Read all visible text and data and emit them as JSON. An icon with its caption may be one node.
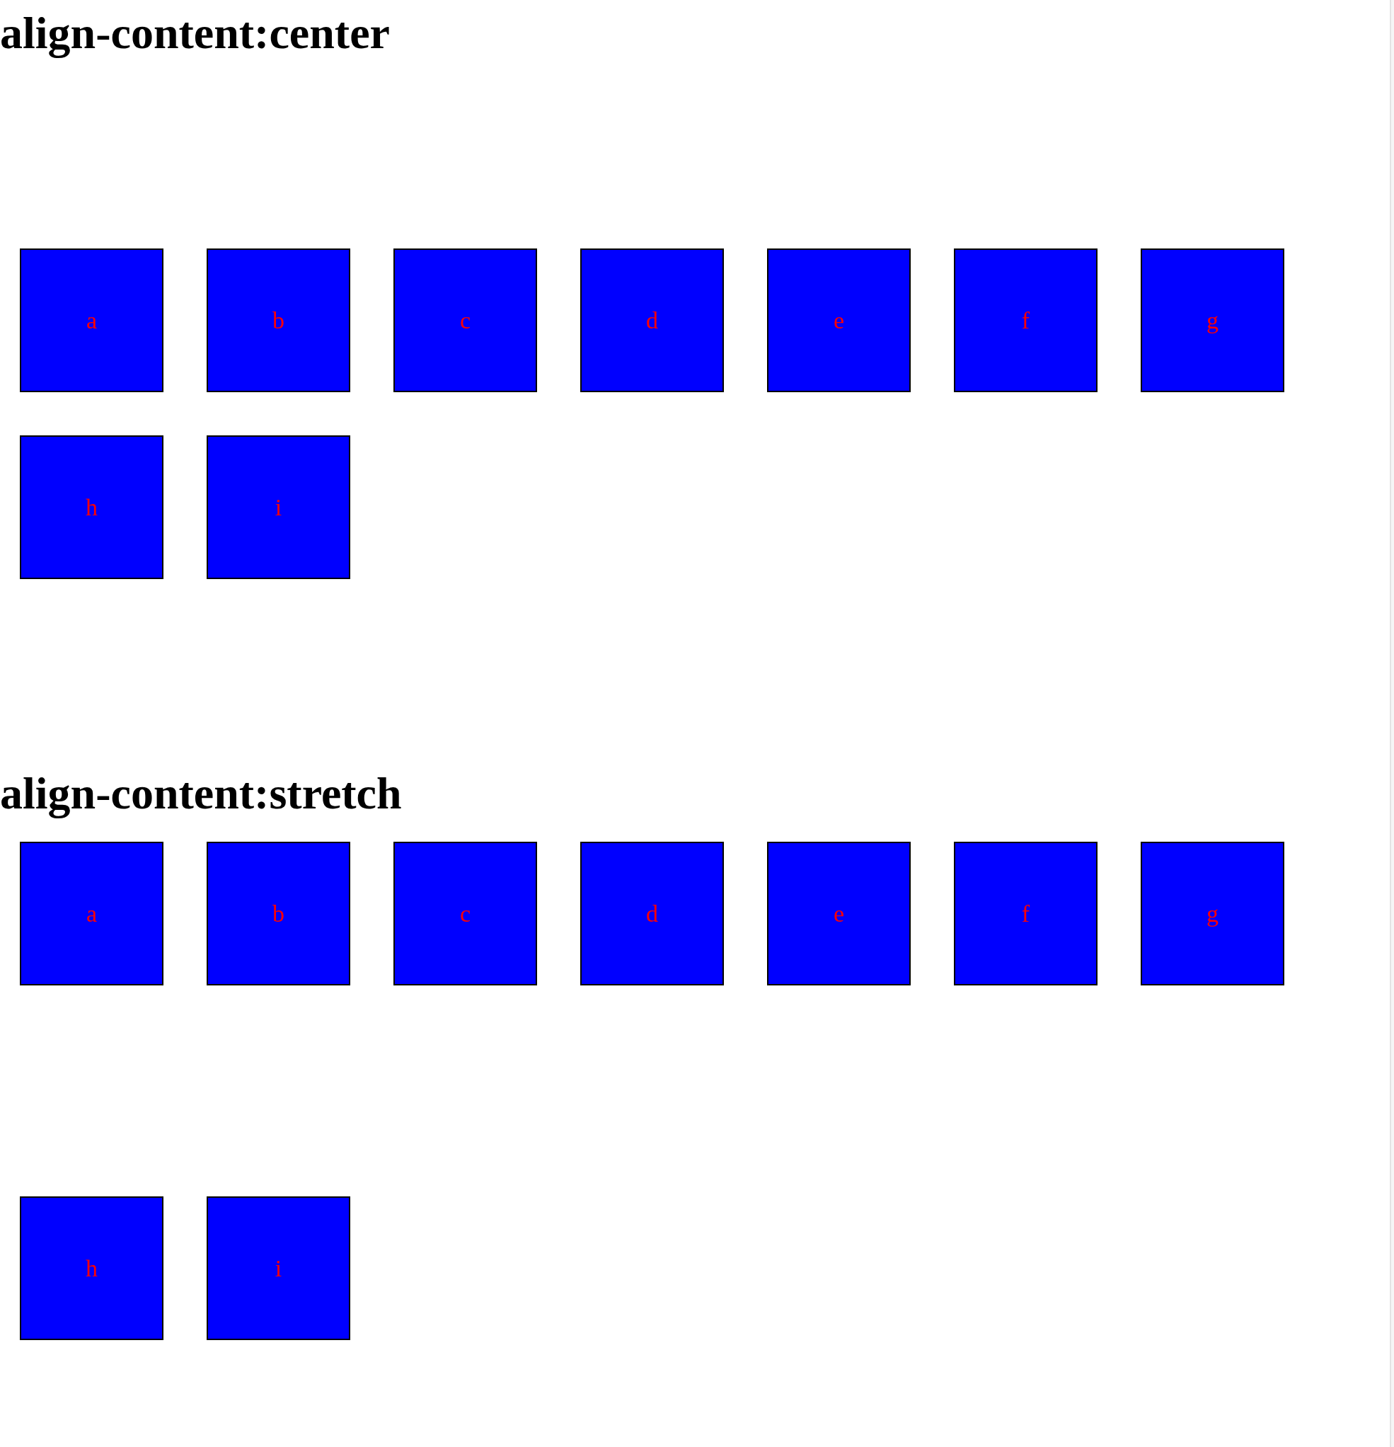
{
  "diagram": {
    "nodes": [
      {
        "text": [
          "a"
        ]
      },
      {
        "text": [
          "b"
        ]
      },
      {
        "text": [
          "c"
        ]
      },
      {
        "text": [
          "d"
        ]
      },
      {
        "text": [
          "e"
        ]
      },
      {
        "text": [
          "f"
        ]
      },
      {
        "text": [
          "g"
        ]
      },
      {
        "text": [
          "h"
        ]
      },
      {
        "text": [
          "i"
        ]
      },
      {
        "text": [
          "a"
        ]
      },
      {
        "text": [
          "b"
        ]
      },
      {
        "text": [
          "c"
        ]
      },
      {
        "text": [
          "d"
        ]
      },
      {
        "text": [
          "e"
        ]
      },
      {
        "text": [
          "f"
        ]
      },
      {
        "text": [
          "g"
        ]
      },
      {
        "text": [
          "h"
        ]
      },
      {
        "text": [
          "i"
        ]
      }
    ],
    "labels": [
      "align-content:center",
      "align-content:stretch"
    ]
  }
}
